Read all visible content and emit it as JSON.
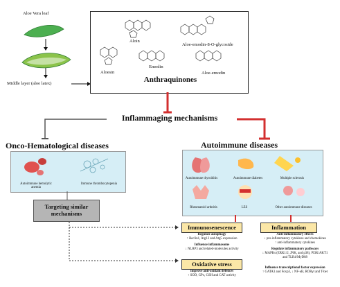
{
  "aloe": {
    "leaf_label": "Aloe Vera leaf",
    "middle_label": "Middle layer (aloe latex)"
  },
  "anthraquinones": {
    "title": "Anthraquinones",
    "compounds": [
      "Aloin",
      "Aloe-emodin-8-O-glycoside",
      "Aloesin",
      "Emodin",
      "Aloe-emodin"
    ]
  },
  "inflammaging": "Inflammaging mechanisms",
  "onco": {
    "title": "Onco-Hematological diseases",
    "items": [
      "Autoimmune hemolytic anemia",
      "Immune thrombocytopenia"
    ],
    "targeting": "Targeting similar mechanisms"
  },
  "autoimmune": {
    "title": "Autoimmune diseases",
    "items": [
      "Autoimmune thyroiditis",
      "Autoimmune diabetes",
      "Multiple sclerosis",
      "Rheumatoid arthritis",
      "LES",
      "Other autoimmune diseases"
    ]
  },
  "immunosenescence": {
    "title": "Immunosenescence",
    "h1": "Regulate autophagy",
    "t1": "↑ Beclin1, Atg12 and Atg5 expression",
    "h2": "Influence inflammasome",
    "t2": "↓ NLRP3 and related-molecules activity"
  },
  "inflammation": {
    "title": "Inflammation",
    "h1": "Anti-inflammatory effects",
    "t1a": "↓ pro-inflammatory cytokines and chemokines",
    "t1b": "↑ anti-inflammatory cytokines",
    "h2": "Regulate inflammatory pathways",
    "t2a": "↓ MAPKs (ERK1/2, JNK, and p38), PI3K/AKT1",
    "t2b": "and TLR4/MyD88",
    "h3": "Influence transcriptional factor expression",
    "t3": "↑ GATA3 and Foxp3, ↓ NF-κB, RORγt and T-bet"
  },
  "oxidative": {
    "title": "Oxidative stress",
    "h1": "Improve anti-oxidant defences",
    "t1": "↑ SOD, GPx, GSH and CAT activity"
  },
  "colors": {
    "accent_red": "#d32f2f",
    "panel_blue": "#d6eef6",
    "tag_yellow": "#fbe7a7",
    "targeting_gray": "#b5b5b5"
  }
}
